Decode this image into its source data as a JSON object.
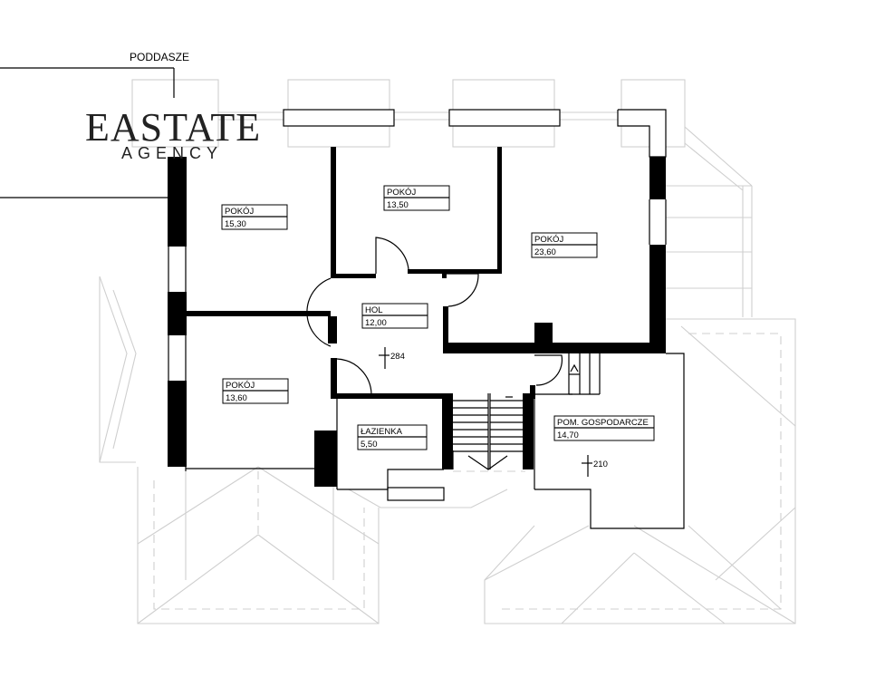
{
  "floor_title": "PODDASZE",
  "brand": {
    "name": "EASTATE",
    "sub": "AGENCY"
  },
  "rooms": [
    {
      "name": "POKÓJ",
      "area": "15,30"
    },
    {
      "name": "POKÓJ",
      "area": "13,50"
    },
    {
      "name": "POKÓJ",
      "area": "23,60"
    },
    {
      "name": "HOL",
      "area": "12,00"
    },
    {
      "name": "POKÓJ",
      "area": "13,60"
    },
    {
      "name": "ŁAZIENKA",
      "area": "5,50"
    },
    {
      "name": "POM. GOSPODARCZE",
      "area": "14,70"
    }
  ],
  "levels": [
    {
      "value": "284"
    },
    {
      "value": "210"
    }
  ]
}
